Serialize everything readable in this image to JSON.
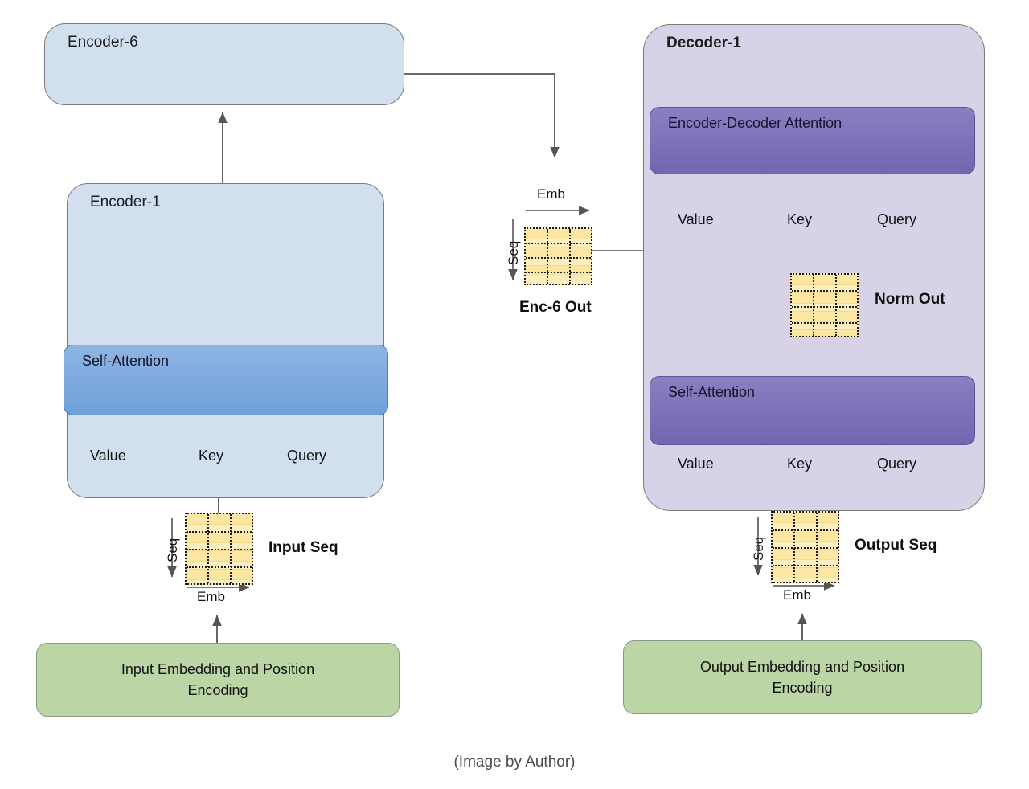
{
  "figure": {
    "caption": "(Image by Author)"
  },
  "encoder_stack": {
    "top_box": {
      "title": "Encoder-6"
    },
    "bottom_box": {
      "title": "Encoder-1",
      "attention": {
        "label": "Self-Attention"
      },
      "inputs": [
        "Value",
        "Key",
        "Query"
      ]
    }
  },
  "decoder_stack": {
    "title": "Decoder-1",
    "enc_dec_attention": {
      "label": "Encoder-Decoder Attention"
    },
    "enc_dec_inputs": [
      "Value",
      "Key",
      "Query"
    ],
    "self_attention": {
      "label": "Self-Attention"
    },
    "self_attn_inputs": [
      "Value",
      "Key",
      "Query"
    ]
  },
  "matrices": {
    "enc6_out": {
      "label": "Enc-6 Out",
      "emb_axis": "Emb",
      "seq_axis": "Seq",
      "rows": 4,
      "cols": 3
    },
    "norm_out": {
      "label": "Norm Out",
      "rows": 4,
      "cols": 3
    },
    "input_seq": {
      "label": "Input Seq",
      "emb_axis": "Emb",
      "seq_axis": "Seq",
      "rows": 4,
      "cols": 3
    },
    "output_seq": {
      "label": "Output Seq",
      "emb_axis": "Emb",
      "seq_axis": "Seq",
      "rows": 4,
      "cols": 3
    }
  },
  "embeddings": {
    "input": {
      "line1": "Input Embedding and Position",
      "line2": "Encoding"
    },
    "output": {
      "line1": "Output Embedding and Position",
      "line2": "Encoding"
    }
  },
  "colors": {
    "encoder_fill": "#d2dfee",
    "decoder_fill": "#d7d2e8",
    "self_attention_blue": "#7ba8dd",
    "attention_purple": "#7e6fb8",
    "embedding_green": "#bbd6a4",
    "matrix_yellow": "#f7dc97",
    "stroke": "#5c5c5c"
  }
}
